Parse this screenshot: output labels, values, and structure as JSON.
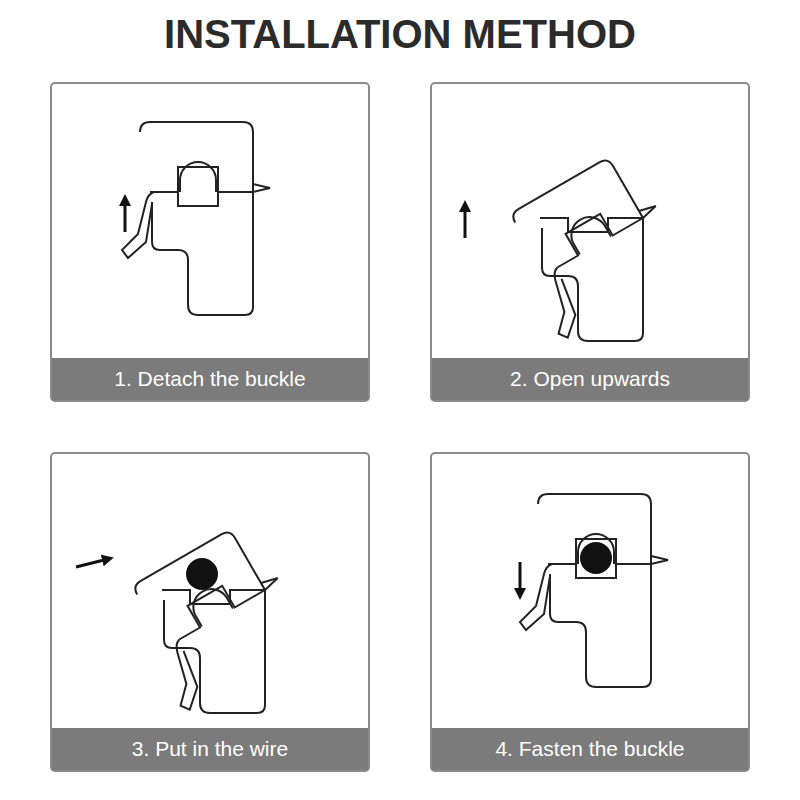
{
  "diagram": {
    "title": "INSTALLATION METHOD",
    "nodes": [
      {
        "text": [
          "1. Detach the buckle"
        ]
      },
      {
        "text": [
          "2. Open upwards"
        ]
      },
      {
        "text": [
          "3. Put in the wire"
        ]
      },
      {
        "text": [
          "4. Fasten the buckle"
        ]
      }
    ]
  }
}
